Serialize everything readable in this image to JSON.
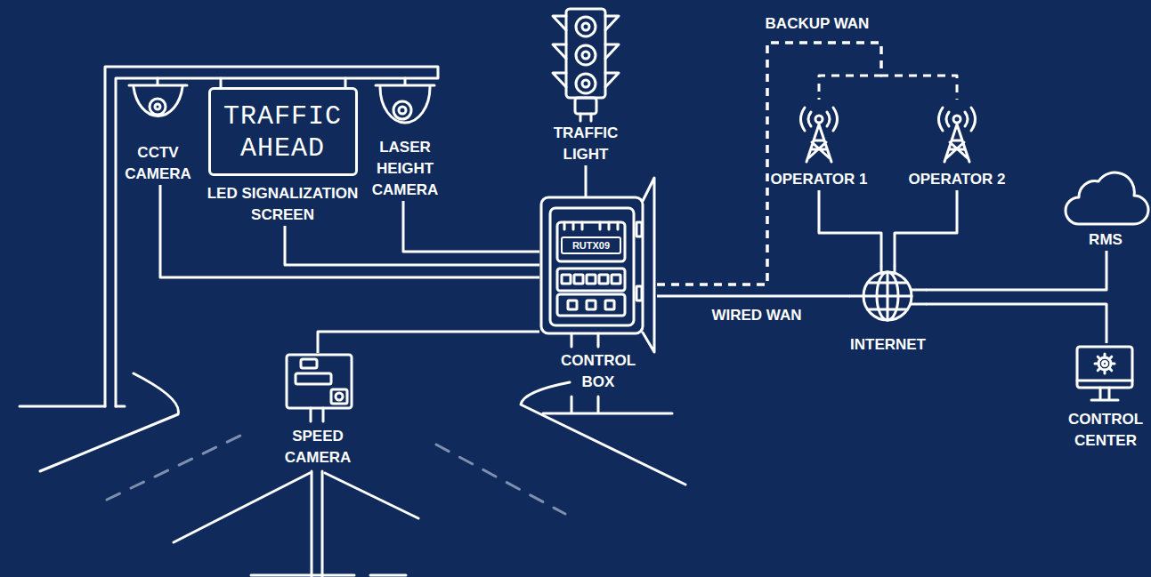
{
  "diagram": {
    "nodes": [
      {
        "text": [
          "CCTV CAMERA"
        ]
      },
      {
        "text": [
          "TRAFFIC AHEAD",
          "LED SIGNALIZATION SCREEN"
        ]
      },
      {
        "text": [
          "LASER HEIGHT CAMERA"
        ]
      },
      {
        "text": [
          "TRAFFIC LIGHT"
        ]
      },
      {
        "text": [
          "CONTROL BOX"
        ]
      },
      {
        "text": [
          "RUTX09"
        ],
        "in": 4
      },
      {
        "text": [
          "OPERATOR 1"
        ]
      },
      {
        "text": [
          "OPERATOR 2"
        ]
      },
      {
        "text": [
          "INTERNET"
        ]
      },
      {
        "text": [
          "RMS"
        ]
      },
      {
        "text": [
          "SPEED CAMERA"
        ]
      },
      {
        "text": [
          "CONTROL CENTER"
        ]
      }
    ],
    "edges": [
      {
        "from": 0,
        "to": 4,
        "arrow": "none"
      },
      {
        "from": 1,
        "to": 4,
        "arrow": "none"
      },
      {
        "from": 2,
        "to": 4,
        "arrow": "none"
      },
      {
        "from": 3,
        "to": 4,
        "arrow": "none"
      },
      {
        "from": 10,
        "to": 4,
        "arrow": "none"
      },
      {
        "from": 4,
        "to": 8,
        "label": "WIRED WAN",
        "arrow": "none"
      },
      {
        "from": 4,
        "to": 6,
        "label": "BACKUP WAN",
        "arrow": "none"
      },
      {
        "from": 4,
        "to": 7,
        "arrow": "none"
      },
      {
        "from": 6,
        "to": 8,
        "arrow": "none"
      },
      {
        "from": 7,
        "to": 8,
        "arrow": "none"
      },
      {
        "from": 8,
        "to": 9,
        "arrow": "none"
      },
      {
        "from": 8,
        "to": 11,
        "arrow": "none"
      }
    ]
  }
}
